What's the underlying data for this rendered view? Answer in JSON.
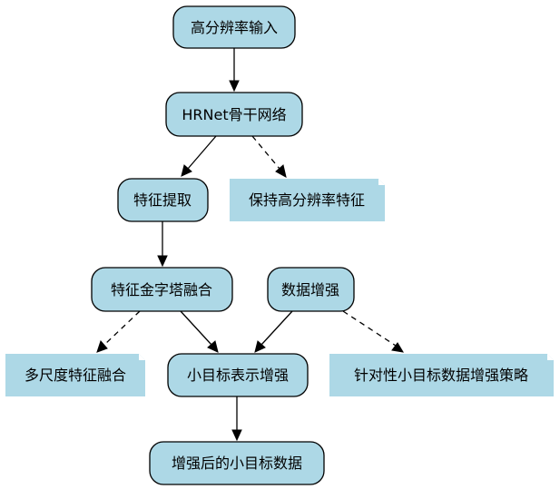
{
  "nodes": {
    "hr_input": "高分辨率输入",
    "hrnet": "HRNet骨干网络",
    "feature_extract": "特征提取",
    "keep_hr": "保持高分辨率特征",
    "fpn_fusion": "特征金字塔融合",
    "data_aug": "数据增强",
    "multi_scale": "多尺度特征融合",
    "small_obj_enh": "小目标表示增强",
    "targeted_aug": "针对性小目标数据增强策略",
    "aug_small_obj": "增强后的小目标数据"
  },
  "colors": {
    "node_fill": "#add8e6",
    "stroke": "#000000",
    "background": "#ffffff"
  }
}
